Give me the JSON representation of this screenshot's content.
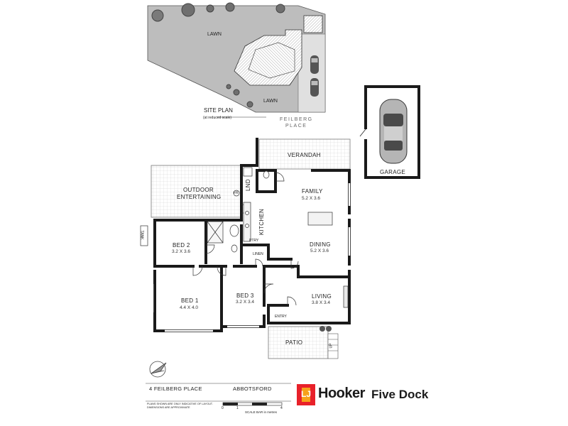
{
  "site_plan": {
    "title": "SITE PLAN",
    "subtitle": "(at reduced scale)",
    "lawn_top": "LAWN",
    "lawn_bottom": "LAWN",
    "street_line1": "FEILBERG",
    "street_line2": "PLACE"
  },
  "rooms": {
    "verandah": "VERANDAH",
    "garage": "GARAGE",
    "outdoor_line1": "OUTDOOR",
    "outdoor_line2": "ENTERTAINING",
    "lnd": "LND",
    "family": "FAMILY",
    "family_dim": "5.2 X 3.6",
    "kitchen": "KITCHEN",
    "fr": "FR",
    "ptry": "PTRY",
    "linen": "LINEN",
    "bed2": "BED 2",
    "bed2_dim": "3.2 X 3.6",
    "dining": "DINING",
    "dining_dim": "5.2 X 3.6",
    "bed1": "BED 1",
    "bed1_dim": "4.4 X 4.0",
    "bed3": "BED 3",
    "bed3_dim": "3.2 X 3.4",
    "living": "LIVING",
    "living_dim": "3.8 X 3.4",
    "entry": "ENTRY",
    "patio": "PATIO",
    "tank": "TANK",
    "up": "UP"
  },
  "footer": {
    "address": "4 FEILBERG PLACE",
    "suburb": "ABBOTSFORD",
    "disclaimer_line1": "PLANS SHOWN ARE ONLY INDICATIVE OF LAYOUT.",
    "disclaimer_line2": "DIMENSIONS ARE APPROXIMATE",
    "scale_0": "0",
    "scale_1": "1",
    "scale_4": "4",
    "scale_caption": "SCALE BAR in metres"
  },
  "branding": {
    "logo_mark": "LJ",
    "agency": "Hooker",
    "office": "Five Dock",
    "brand_red": "#e8212a",
    "brand_orange": "#f7a21b"
  }
}
